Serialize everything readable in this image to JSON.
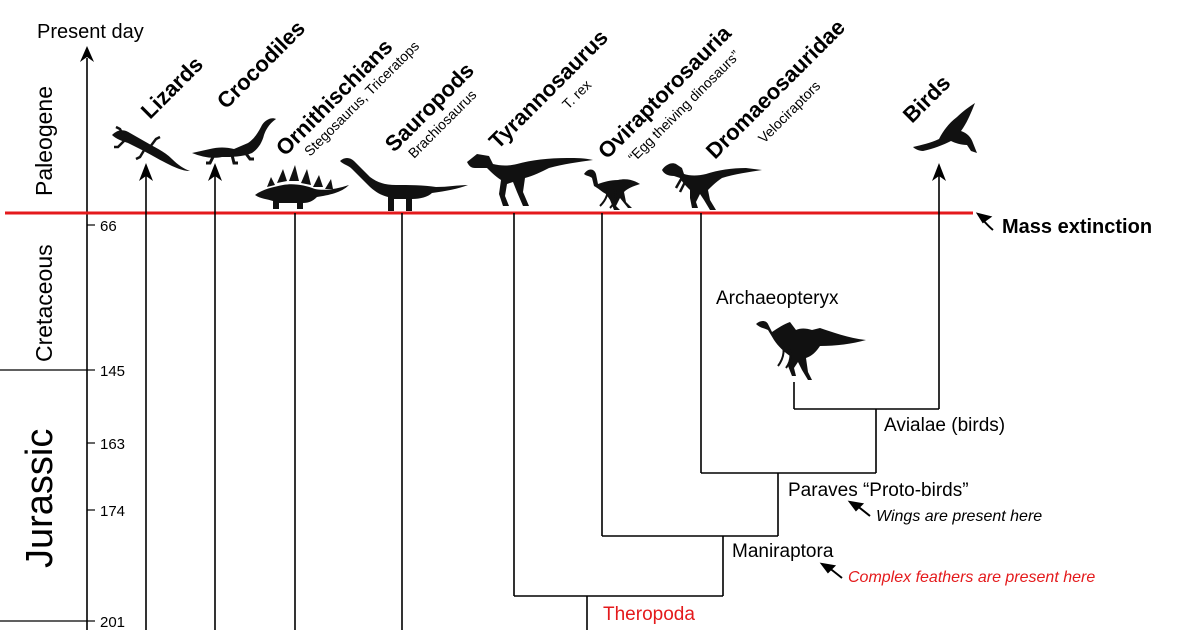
{
  "colors": {
    "ink": "#000000",
    "extinction_line": "#e41a1c",
    "highlight_red": "#e41a1c"
  },
  "axis": {
    "present_day_label": "Present day",
    "periods": [
      {
        "name": "Paleogene"
      },
      {
        "name": "Cretaceous"
      },
      {
        "name": "Jurassic"
      }
    ],
    "ticks": [
      {
        "label": "66"
      },
      {
        "label": "145"
      },
      {
        "label": "163"
      },
      {
        "label": "174"
      },
      {
        "label": "201"
      }
    ]
  },
  "taxa": [
    {
      "name": "Lizards",
      "subtitle": "",
      "icon": "lizard-icon"
    },
    {
      "name": "Crocodiles",
      "subtitle": "",
      "icon": "crocodile-icon"
    },
    {
      "name": "Ornithischians",
      "subtitle": "Stegosaurus, Triceratops",
      "icon": "stegosaurus-icon"
    },
    {
      "name": "Sauropods",
      "subtitle": "Brachiosaurus",
      "icon": "sauropod-icon"
    },
    {
      "name": "Tyrannosaurus",
      "subtitle": "T. rex",
      "icon": "trex-icon"
    },
    {
      "name": "Oviraptorosauria",
      "subtitle": "“Egg theiving dinosaurs”",
      "icon": "oviraptor-icon"
    },
    {
      "name": "Dromaeosauridae",
      "subtitle": "Velociraptors",
      "icon": "velociraptor-icon"
    },
    {
      "name": "Birds",
      "subtitle": "",
      "icon": "bird-icon"
    }
  ],
  "events": {
    "mass_extinction": "Mass extinction"
  },
  "fossil": {
    "name": "Archaeopteryx",
    "icon": "archaeopteryx-icon"
  },
  "clades": {
    "avialae": "Avialae (birds)",
    "paraves": "Paraves “Proto-birds”",
    "maniraptora": "Maniraptora",
    "theropoda": "Theropoda"
  },
  "notes": {
    "wings": "Wings are present here",
    "feathers": "Complex feathers are present here"
  }
}
